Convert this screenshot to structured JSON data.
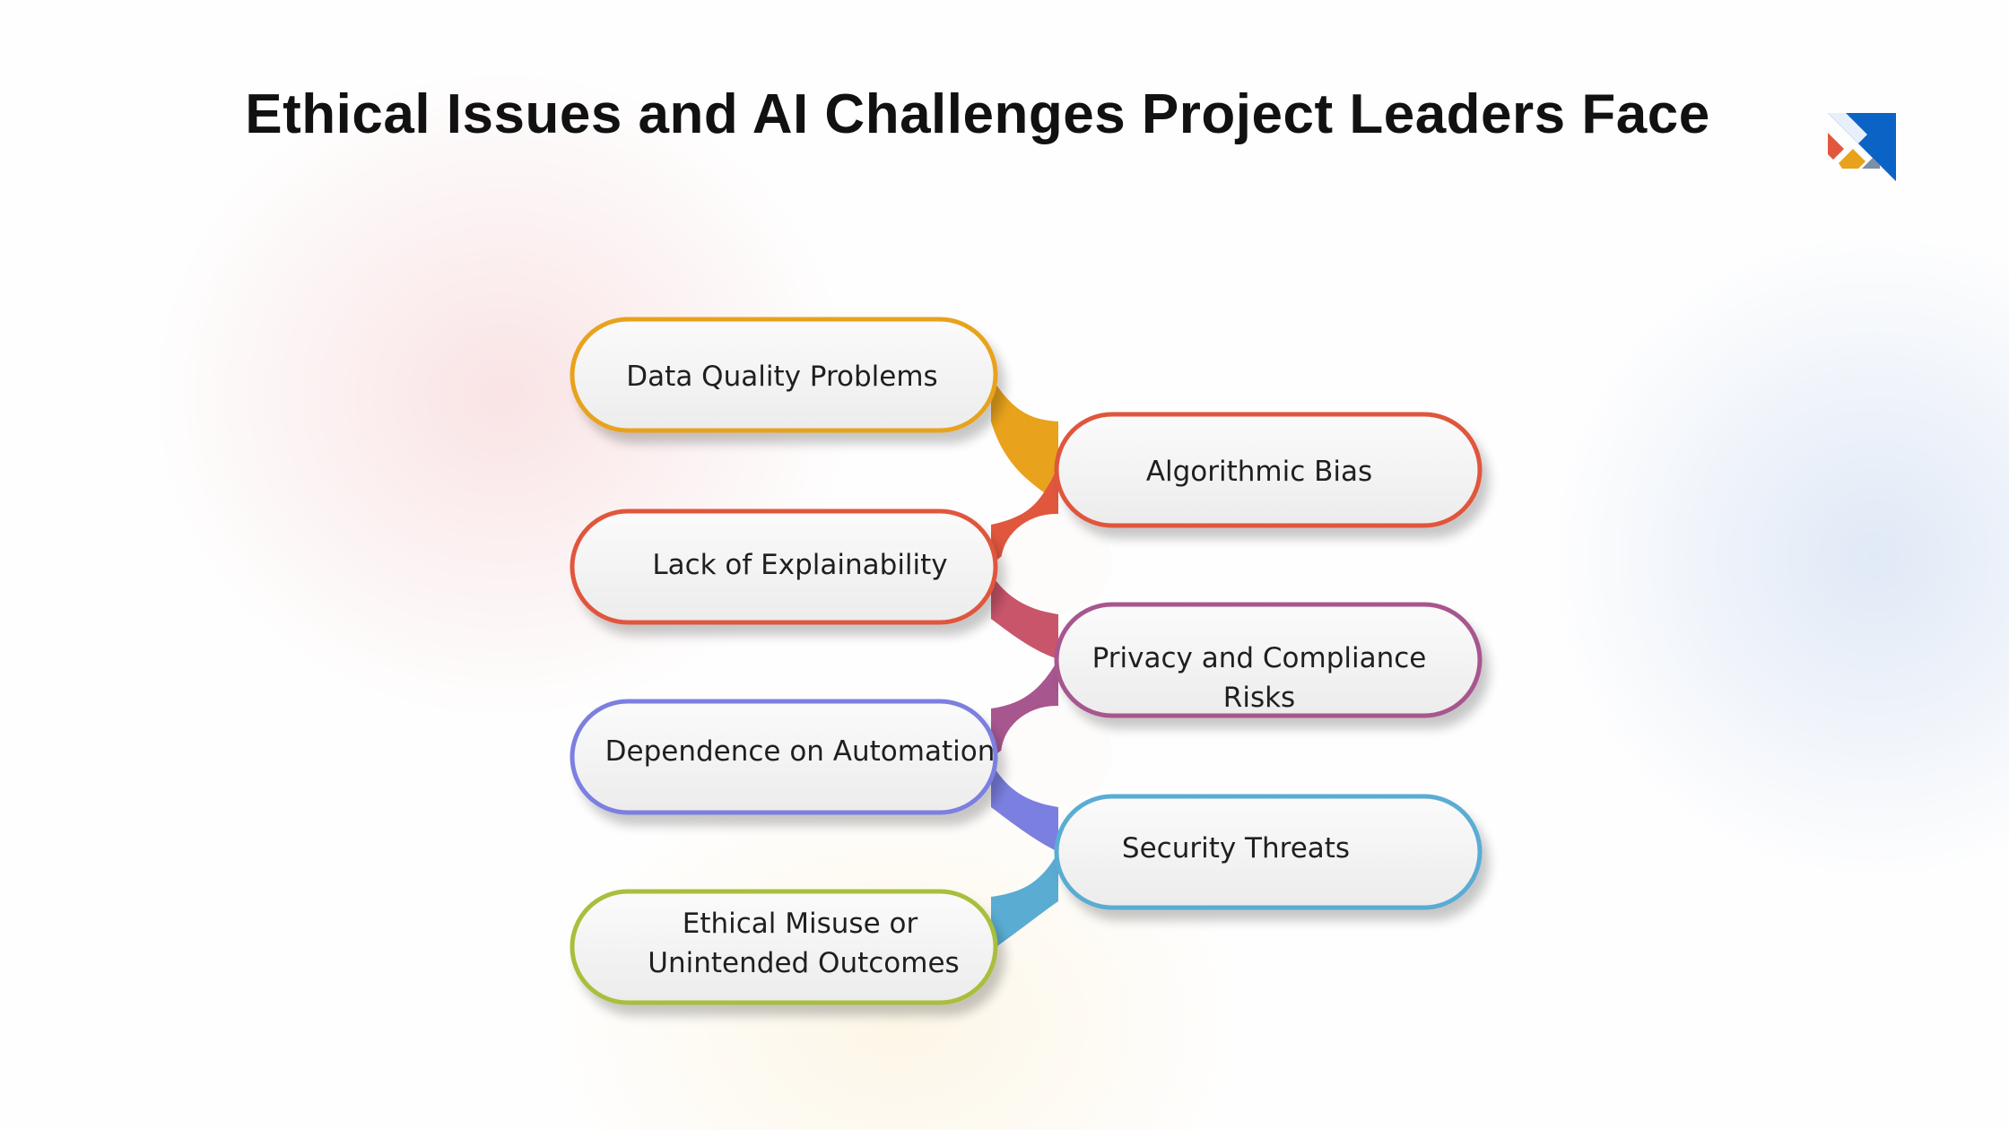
{
  "title": "Ethical Issues and AI Challenges Project Leaders Face",
  "logo_icon": "brand-logo-icon",
  "items": [
    {
      "label": "Data Quality Problems",
      "color": "#E8A21B"
    },
    {
      "label": "Algorithmic Bias",
      "color": "#E0573E"
    },
    {
      "label": "Lack of Explainability",
      "color": "#E0573E"
    },
    {
      "label": "Privacy and Compliance Risks",
      "color": "#A8568E"
    },
    {
      "label": "Dependence on Automation",
      "color": "#7B7FE0"
    },
    {
      "label": "Security Threats",
      "color": "#5AACD3"
    },
    {
      "label": "Ethical Misuse or",
      "label_line2": "Unintended Outcomes",
      "color": "#A9BE3C"
    }
  ],
  "colors": {
    "gold": "#E8A21B",
    "red": "#E0573E",
    "magenta": "#A8568E",
    "violet": "#7B7FE0",
    "sky": "#5AACD3",
    "lime": "#A9BE3C",
    "logo_blue": "#0B63C6"
  }
}
